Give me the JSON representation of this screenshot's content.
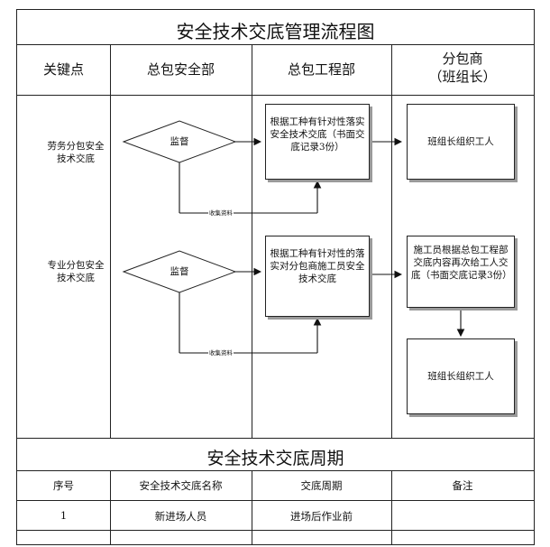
{
  "title": "安全技术交底管理流程图",
  "columns": {
    "key_points": "关键点",
    "safety_dept": "总包安全部",
    "engineering_dept": "总包工程部",
    "sub_line1": "分包商",
    "sub_line2": "（班组长）"
  },
  "rows": [
    {
      "key_point": "劳务分包安全技术交底",
      "decision": "监督",
      "engineering_box": "根据工种有针对性落实安全技术交底（书面交底记录3份）",
      "collect_label": "收集资料",
      "sub_boxes": [
        "班组长组织工人"
      ]
    },
    {
      "key_point": "专业分包安全技术交底",
      "decision": "监督",
      "engineering_box": "根据工种有针对性的落实对分包商施工员安全技术交底",
      "collect_label": "收集资料",
      "sub_boxes": [
        "施工员根据总包工程部交底内容再次给工人交底（书面交底记录3份）",
        "班组长组织工人"
      ]
    }
  ],
  "period_title": "安全技术交底周期",
  "table": {
    "headers": [
      "序号",
      "安全技术交底名称",
      "交底周期",
      "备注"
    ],
    "rows": [
      [
        "1",
        "新进场人员",
        "进场后作业前",
        ""
      ]
    ]
  }
}
